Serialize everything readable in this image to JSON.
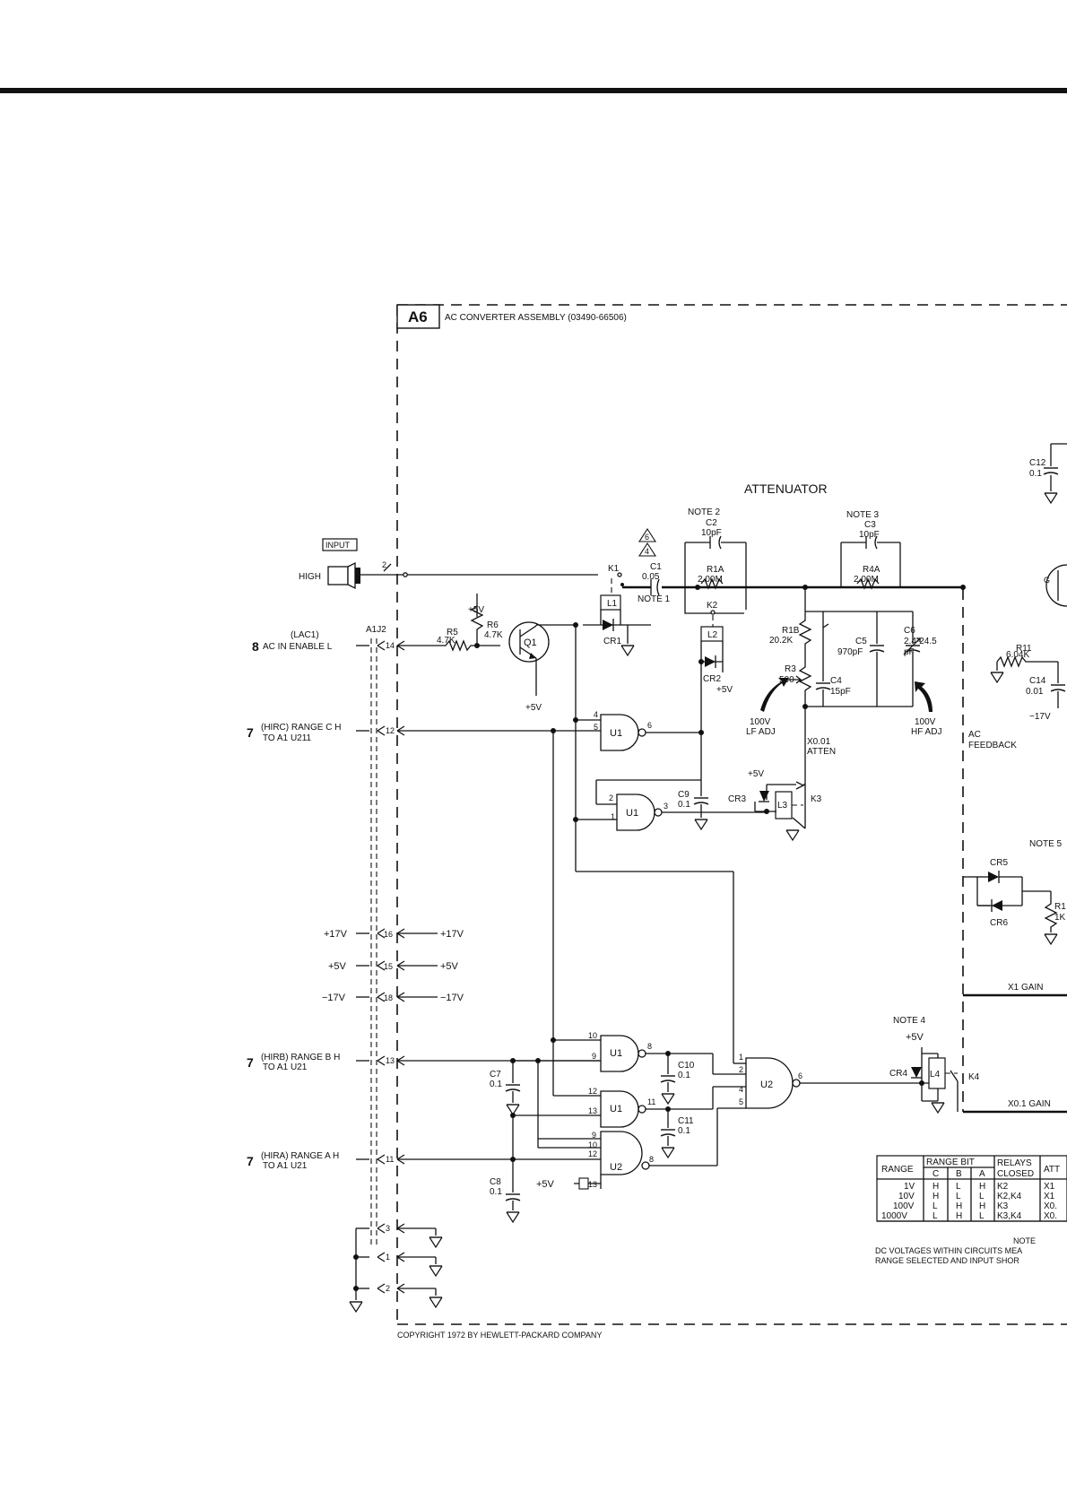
{
  "assembly": {
    "ref": "A6",
    "title": "AC CONVERTER ASSEMBLY (03490-66506)"
  },
  "section": {
    "attenuator": "ATTENUATOR"
  },
  "notes": {
    "n1": "NOTE 1",
    "n2": "NOTE 2",
    "n3": "NOTE 3",
    "n4": "NOTE 4",
    "n5": "NOTE 5",
    "tri6": "6",
    "tri4": "4"
  },
  "input": {
    "tag": "INPUT",
    "high": "HIGH",
    "pin": "2"
  },
  "connector": {
    "name": "A1J2"
  },
  "signals": {
    "ac_enable": {
      "num": "8",
      "line1": "(LAC1)",
      "line2": "AC IN ENABLE L",
      "pin": "14"
    },
    "range_c": {
      "num": "7",
      "line1": "(HIRC) RANGE C H",
      "line2": "TO A1 U211",
      "pin": "12"
    },
    "range_b": {
      "num": "7",
      "line1": "(HIRB) RANGE B H",
      "line2": "TO A1 U21",
      "pin": "13"
    },
    "range_a": {
      "num": "7",
      "line1": "(HIRA) RANGE A H",
      "line2": "TO A1 U21",
      "pin": "11"
    }
  },
  "supplies": [
    {
      "pin": "16",
      "left": "+17V",
      "right": "+17V"
    },
    {
      "pin": "15",
      "left": "+5V",
      "right": "+5V"
    },
    {
      "pin": "18",
      "left": "−17V",
      "right": "−17V"
    }
  ],
  "ground_pins": [
    {
      "pin": "3",
      "gnd": "3"
    },
    {
      "pin": "1",
      "gnd": "1"
    },
    {
      "pin": "2",
      "gnd": "2"
    }
  ],
  "components": {
    "c1": {
      "ref": "C1",
      "value": "0.05"
    },
    "c2": {
      "ref": "C2",
      "value": "10pF"
    },
    "c3": {
      "ref": "C3",
      "value": "10pF"
    },
    "r1a": {
      "ref": "R1A",
      "value": "2.00M"
    },
    "r4a": {
      "ref": "R4A",
      "value": "2.00M"
    },
    "r1b": {
      "ref": "R1B",
      "value": "20.2K"
    },
    "r3": {
      "ref": "R3",
      "value": "500"
    },
    "c4": {
      "ref": "C4",
      "value": "15pF"
    },
    "c5": {
      "ref": "C5",
      "value": "970pF"
    },
    "c6": {
      "ref": "C6",
      "value": "2.4-24.5",
      "unit": "pF"
    },
    "r5": {
      "ref": "R5",
      "value": "4.7K"
    },
    "r6": {
      "ref": "R6",
      "value": "4.7K"
    },
    "q1": {
      "ref": "Q1"
    },
    "k1": "K1",
    "k2": "K2",
    "k3": "K3",
    "k4": "K4",
    "l1": "L1",
    "l2": "L2",
    "l3": "L3",
    "l4": "L4",
    "cr1": "CR1",
    "cr2": "CR2",
    "cr3": "CR3",
    "cr4": "CR4",
    "cr5": "CR5",
    "cr6": "CR6",
    "c7": {
      "ref": "C7",
      "value": "0.1"
    },
    "c8": {
      "ref": "C8",
      "value": "0.1"
    },
    "c9": {
      "ref": "C9",
      "value": "0.1"
    },
    "c10": {
      "ref": "C10",
      "value": "0.1"
    },
    "c11": {
      "ref": "C11",
      "value": "0.1"
    },
    "c12": {
      "ref": "C12",
      "value": "0.1"
    },
    "c14": {
      "ref": "C14",
      "value": "0.01"
    },
    "r11": {
      "ref": "R11",
      "value": "6.04K"
    },
    "r1_partial": {
      "ref": "R1",
      "value": "1K"
    },
    "u1": "U1",
    "u2": "U2"
  },
  "adjustments": {
    "lf": {
      "line1": "100V",
      "line2": "LF ADJ"
    },
    "hf": {
      "line1": "100V",
      "line2": "HF ADJ"
    },
    "x001": {
      "line1": "X0.01",
      "line2": "ATTEN"
    }
  },
  "labels": {
    "ac_feedback_1": "AC",
    "ac_feedback_2": "FEEDBACK",
    "x1_gain": "X1 GAIN",
    "x01_gain": "X0.1 GAIN",
    "plus5v": "+5V",
    "minus17v": "−17V",
    "g": "G"
  },
  "range_table": {
    "headers": {
      "range": "RANGE",
      "range_bit": "RANGE BIT",
      "relays": "RELAYS",
      "relays2": "CLOSED",
      "att": "ATT"
    },
    "bits": [
      "C",
      "B",
      "A"
    ],
    "rows": [
      {
        "range": "1V",
        "c": "H",
        "b": "L",
        "a": "H",
        "relays": "K2",
        "att": "X1"
      },
      {
        "range": "10V",
        "c": "H",
        "b": "L",
        "a": "L",
        "relays": "K2,K4",
        "att": "X1"
      },
      {
        "range": "100V",
        "c": "L",
        "b": "H",
        "a": "H",
        "relays": "K3",
        "att": "X0."
      },
      {
        "range": "1000V",
        "c": "L",
        "b": "H",
        "a": "L",
        "relays": "K3,K4",
        "att": "X0."
      }
    ]
  },
  "footnote": {
    "title": "NOTE",
    "line1": "DC VOLTAGES WITHIN CIRCUITS MEA",
    "line2": "RANGE SELECTED AND INPUT SHOR"
  },
  "copyright": "COPYRIGHT 1972 BY HEWLETT-PACKARD COMPANY"
}
